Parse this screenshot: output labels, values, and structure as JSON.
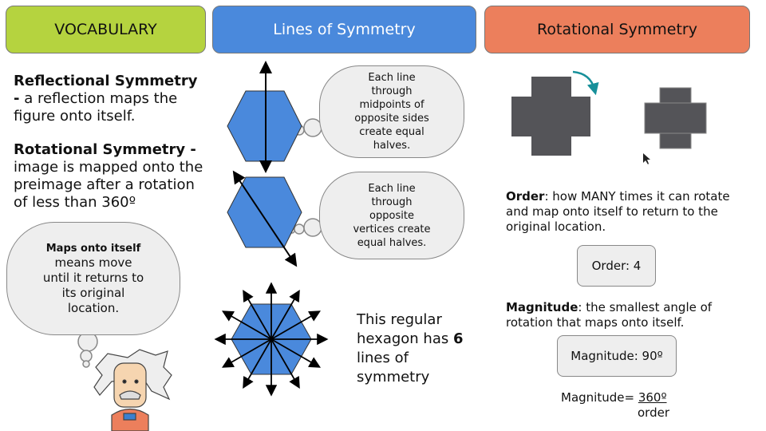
{
  "headers": {
    "vocab": "VOCABULARY",
    "lines": "Lines of Symmetry",
    "rotational": "Rotational Symmetry"
  },
  "colors": {
    "vocab": "#b5d33f",
    "lines": "#4a89dc",
    "rotational": "#ec7f5c",
    "shape": "#545458",
    "hexagon": "#4a89dc"
  },
  "vocab": {
    "reflectional_term": "Reflectional Symmetry -",
    "reflectional_def": " a reflection maps the figure onto itself.",
    "rotational_term": "Rotational Symmetry -",
    "rotational_def": " image is mapped onto the preimage after a rotation of less than 360º",
    "cloud_bold": "Maps onto itself",
    "cloud_text": "means move until it returns to its original location."
  },
  "lines": {
    "cloud1": "Each line through midpoints of opposite sides create equal halves.",
    "cloud2": "Each line through opposite vertices create equal halves.",
    "summary_pre": "This regular hexagon has ",
    "summary_num": "6",
    "summary_post": " lines of symmetry"
  },
  "rotational": {
    "order_term": "Order",
    "order_def": ": how MANY times it can rotate and map onto itself to return to the original location.",
    "order_box": "Order: 4",
    "magnitude_term": "Magnitude",
    "magnitude_def": ": the smallest angle of rotation that maps onto itself.",
    "magnitude_box": "Magnitude: 90º",
    "formula_label": "Magnitude=",
    "formula_num": "360º",
    "formula_den": "order"
  }
}
